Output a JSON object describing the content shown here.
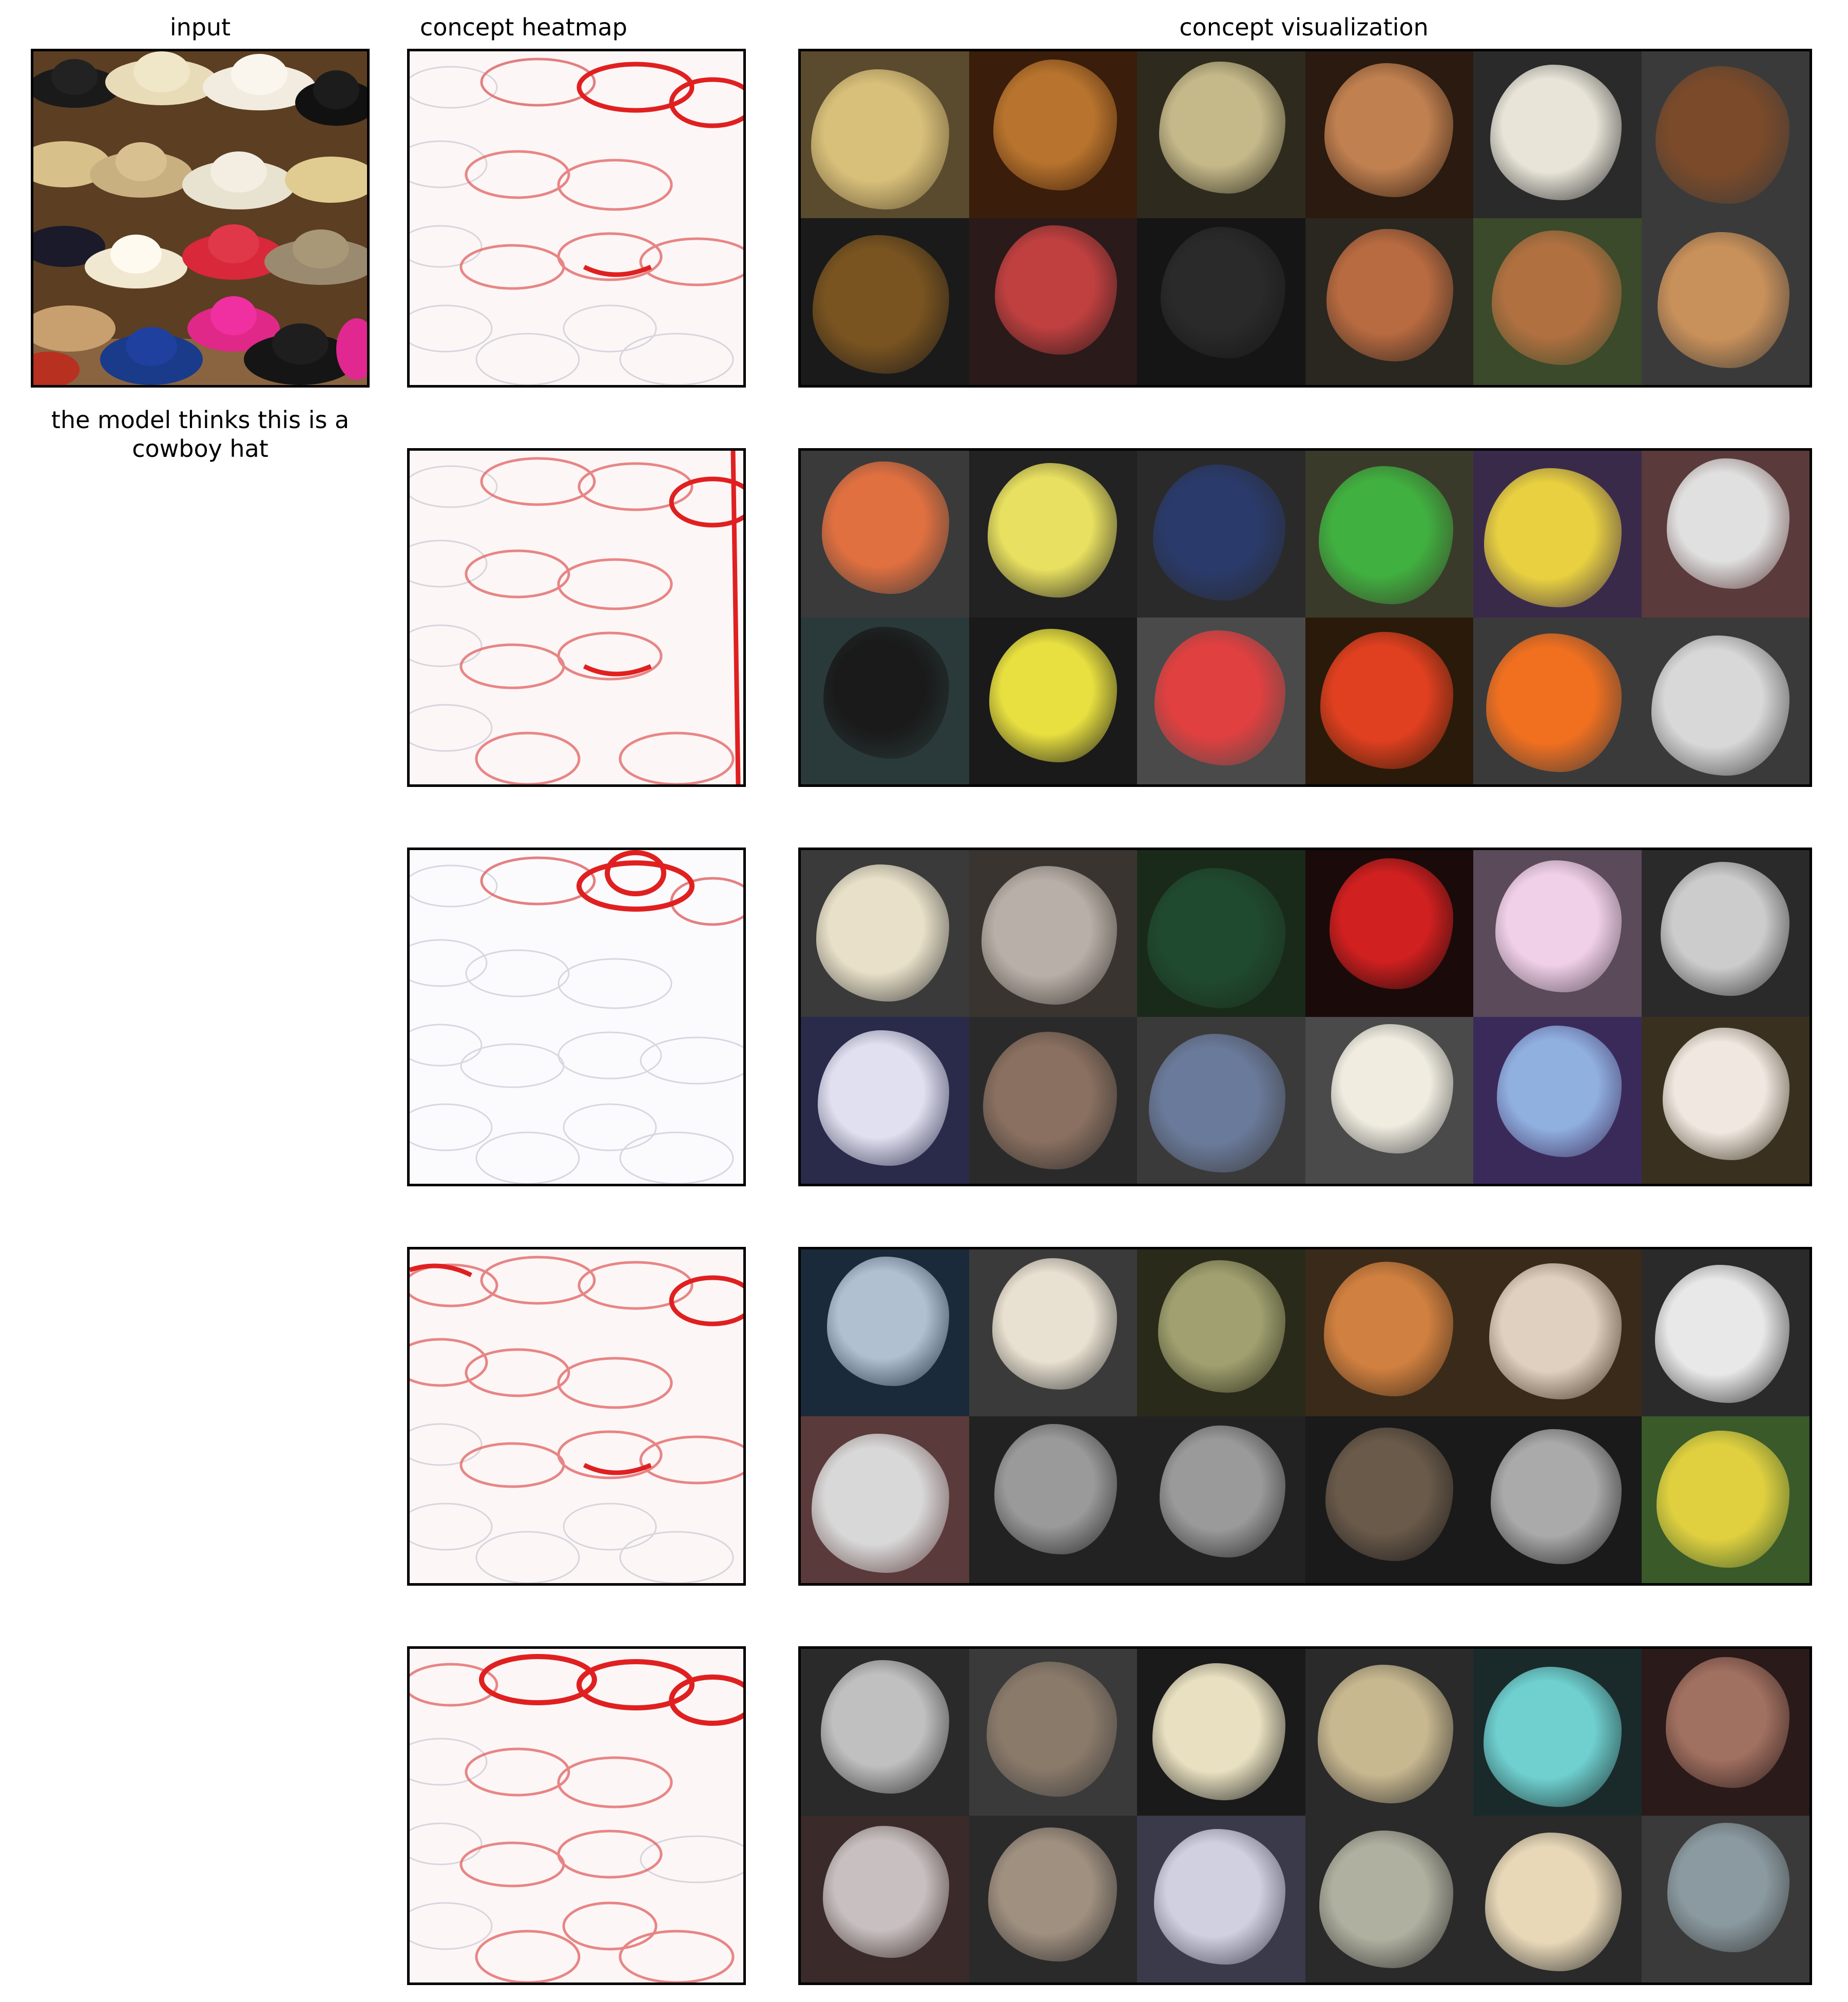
{
  "titles": {
    "input": "input",
    "heatmap": "concept heatmap",
    "visualization": "concept visualization"
  },
  "caption": "the model thinks this is a cowboy hat",
  "rows": [
    {
      "tiles": [
        [
          "#5a4a2e",
          "#d8c07a"
        ],
        [
          "#3a1d0a",
          "#b8742e"
        ],
        [
          "#2e2a1e",
          "#c5b98a"
        ],
        [
          "#2a1a10",
          "#c08050"
        ],
        [
          "#2a2a2a",
          "#e8e4d8"
        ],
        [
          "#3a3a3a",
          "#7a4a2a"
        ],
        [
          "#1a1a1a",
          "#7a5420"
        ],
        [
          "#2a1a1a",
          "#c04040"
        ],
        [
          "#151515",
          "#2a2a2a"
        ],
        [
          "#2a2620",
          "#b86a40"
        ],
        [
          "#3a4a2a",
          "#b07040"
        ],
        [
          "#3a3a3a",
          "#c8905a"
        ]
      ]
    },
    {
      "tiles": [
        [
          "#3a3a3a",
          "#e07040"
        ],
        [
          "#222",
          "#e8e060"
        ],
        [
          "#2a2a2a",
          "#2a3a6a"
        ],
        [
          "#3a3a2a",
          "#40b040"
        ],
        [
          "#3a2a4a",
          "#e8d040"
        ],
        [
          "#5a3a3a",
          "#e0e0e0"
        ],
        [
          "#2a3a3a",
          "#1a1a1a"
        ],
        [
          "#1a1a1a",
          "#e8e040"
        ],
        [
          "#4a4a4a",
          "#e04040"
        ],
        [
          "#2a1a0a",
          "#e04020"
        ],
        [
          "#3a3a3a",
          "#f07020"
        ],
        [
          "#3a3a3a",
          "#d8d8d8"
        ]
      ]
    },
    {
      "tiles": [
        [
          "#3a3a3a",
          "#e8e0c8"
        ],
        [
          "#3a3430",
          "#b8b0a8"
        ],
        [
          "#1a2a1a",
          "#204a30"
        ],
        [
          "#1a0a0a",
          "#d02020"
        ],
        [
          "#5a4a5a",
          "#f0d0e8"
        ],
        [
          "#2a2a2a",
          "#cccccc"
        ],
        [
          "#2a2a4a",
          "#e0e0f0"
        ],
        [
          "#2a2a2a",
          "#8a7060"
        ],
        [
          "#3a3a3a",
          "#6a7a9a"
        ],
        [
          "#4a4a4a",
          "#f0ece0"
        ],
        [
          "#3a2a5a",
          "#90b0e0"
        ],
        [
          "#3a3020",
          "#f0e8e0"
        ]
      ]
    },
    {
      "tiles": [
        [
          "#1a2a3a",
          "#b0c0d0"
        ],
        [
          "#3a3a3a",
          "#e8e0d0"
        ],
        [
          "#2a2a1a",
          "#a0a070"
        ],
        [
          "#3a2a1a",
          "#d08040"
        ],
        [
          "#3a2a1a",
          "#e0d0c0"
        ],
        [
          "#2a2a2a",
          "#e8e8e8"
        ],
        [
          "#5a3a3a",
          "#d8d8d8"
        ],
        [
          "#222",
          "#9a9a9a"
        ],
        [
          "#222",
          "#9a9a9a"
        ],
        [
          "#1a1a1a",
          "#6a5a4a"
        ],
        [
          "#1a1a1a",
          "#aaaaaa"
        ],
        [
          "#3a5a2a",
          "#e0d040"
        ]
      ]
    },
    {
      "tiles": [
        [
          "#2a2a2a",
          "#c0c0c0"
        ],
        [
          "#3a3a3a",
          "#8a7a6a"
        ],
        [
          "#1a1a1a",
          "#e8e0c0"
        ],
        [
          "#2a2a2a",
          "#c8b890"
        ],
        [
          "#1a2a2a",
          "#70d0d0"
        ],
        [
          "#2a1a1a",
          "#a07060"
        ],
        [
          "#3a2a2a",
          "#c8c0c0"
        ],
        [
          "#2a2a2a",
          "#a09080"
        ],
        [
          "#3a3a4a",
          "#d0d0e0"
        ],
        [
          "#2a2a2a",
          "#b0b0a0"
        ],
        [
          "#2a2a2a",
          "#e8d8b8"
        ],
        [
          "#3a3a3a",
          "#8a9aa0"
        ]
      ]
    }
  ]
}
